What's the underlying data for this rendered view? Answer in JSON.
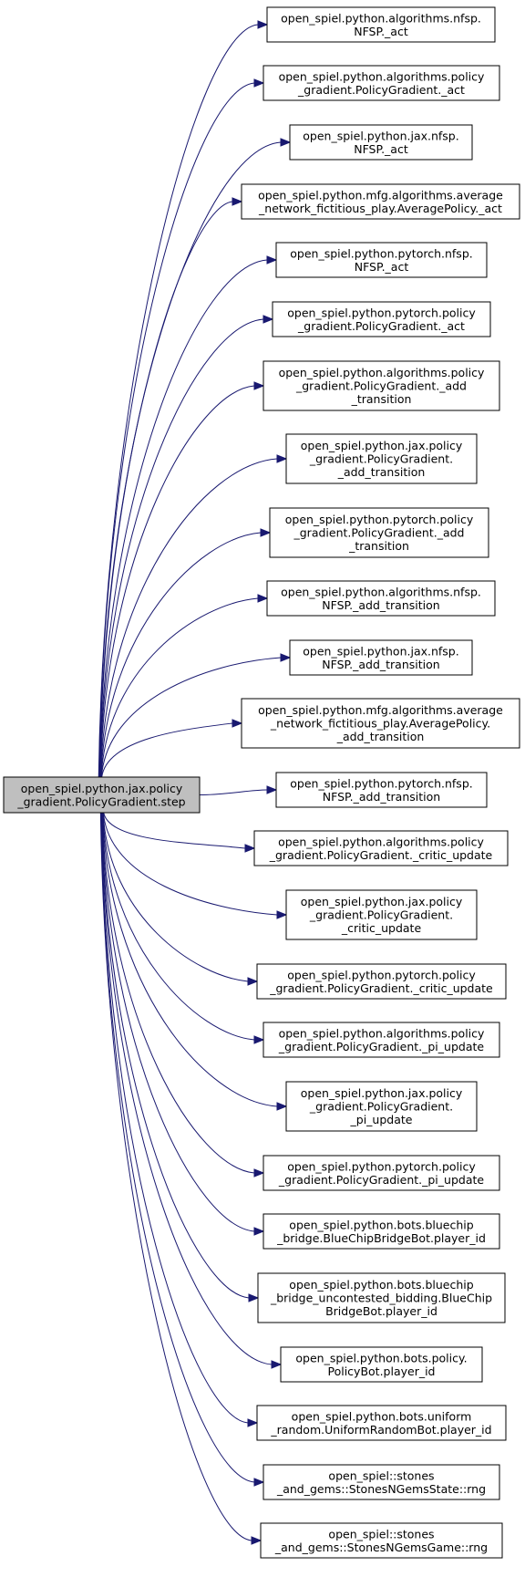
{
  "root": {
    "id": "root",
    "lines": [
      "open_spiel.python.jax.policy",
      "_gradient.PolicyGradient.step"
    ]
  },
  "targets": [
    {
      "id": "t0",
      "lines": [
        "open_spiel.python.algorithms.nfsp.",
        "NFSP._act"
      ]
    },
    {
      "id": "t1",
      "lines": [
        "open_spiel.python.algorithms.policy",
        "_gradient.PolicyGradient._act"
      ]
    },
    {
      "id": "t2",
      "lines": [
        "open_spiel.python.jax.nfsp.",
        "NFSP._act"
      ]
    },
    {
      "id": "t3",
      "lines": [
        "open_spiel.python.mfg.algorithms.average",
        "_network_fictitious_play.AveragePolicy._act"
      ]
    },
    {
      "id": "t4",
      "lines": [
        "open_spiel.python.pytorch.nfsp.",
        "NFSP._act"
      ]
    },
    {
      "id": "t5",
      "lines": [
        "open_spiel.python.pytorch.policy",
        "_gradient.PolicyGradient._act"
      ]
    },
    {
      "id": "t6",
      "lines": [
        "open_spiel.python.algorithms.policy",
        "_gradient.PolicyGradient._add",
        "_transition"
      ]
    },
    {
      "id": "t7",
      "lines": [
        "open_spiel.python.jax.policy",
        "_gradient.PolicyGradient.",
        "_add_transition"
      ]
    },
    {
      "id": "t8",
      "lines": [
        "open_spiel.python.pytorch.policy",
        "_gradient.PolicyGradient._add",
        "_transition"
      ]
    },
    {
      "id": "t9",
      "lines": [
        "open_spiel.python.algorithms.nfsp.",
        "NFSP._add_transition"
      ]
    },
    {
      "id": "t10",
      "lines": [
        "open_spiel.python.jax.nfsp.",
        "NFSP._add_transition"
      ]
    },
    {
      "id": "t11",
      "lines": [
        "open_spiel.python.mfg.algorithms.average",
        "_network_fictitious_play.AveragePolicy.",
        "_add_transition"
      ]
    },
    {
      "id": "t12",
      "lines": [
        "open_spiel.python.pytorch.nfsp.",
        "NFSP._add_transition"
      ]
    },
    {
      "id": "t13",
      "lines": [
        "open_spiel.python.algorithms.policy",
        "_gradient.PolicyGradient._critic_update"
      ]
    },
    {
      "id": "t14",
      "lines": [
        "open_spiel.python.jax.policy",
        "_gradient.PolicyGradient.",
        "_critic_update"
      ]
    },
    {
      "id": "t15",
      "lines": [
        "open_spiel.python.pytorch.policy",
        "_gradient.PolicyGradient._critic_update"
      ]
    },
    {
      "id": "t16",
      "lines": [
        "open_spiel.python.algorithms.policy",
        "_gradient.PolicyGradient._pi_update"
      ]
    },
    {
      "id": "t17",
      "lines": [
        "open_spiel.python.jax.policy",
        "_gradient.PolicyGradient.",
        "_pi_update"
      ]
    },
    {
      "id": "t18",
      "lines": [
        "open_spiel.python.pytorch.policy",
        "_gradient.PolicyGradient._pi_update"
      ]
    },
    {
      "id": "t19",
      "lines": [
        "open_spiel.python.bots.bluechip",
        "_bridge.BlueChipBridgeBot.player_id"
      ]
    },
    {
      "id": "t20",
      "lines": [
        "open_spiel.python.bots.bluechip",
        "_bridge_uncontested_bidding.BlueChip",
        "BridgeBot.player_id"
      ]
    },
    {
      "id": "t21",
      "lines": [
        "open_spiel.python.bots.policy.",
        "PolicyBot.player_id"
      ]
    },
    {
      "id": "t22",
      "lines": [
        "open_spiel.python.bots.uniform",
        "_random.UniformRandomBot.player_id"
      ]
    },
    {
      "id": "t23",
      "lines": [
        "open_spiel::stones",
        "_and_gems::StonesNGemsState::rng"
      ]
    },
    {
      "id": "t24",
      "lines": [
        "open_spiel::stones",
        "_and_gems::StonesNGemsGame::rng"
      ]
    }
  ],
  "colors": {
    "edge": "#191970",
    "root_fill": "#bfbfbf",
    "node_fill": "#ffffff",
    "node_border": "#000000"
  }
}
